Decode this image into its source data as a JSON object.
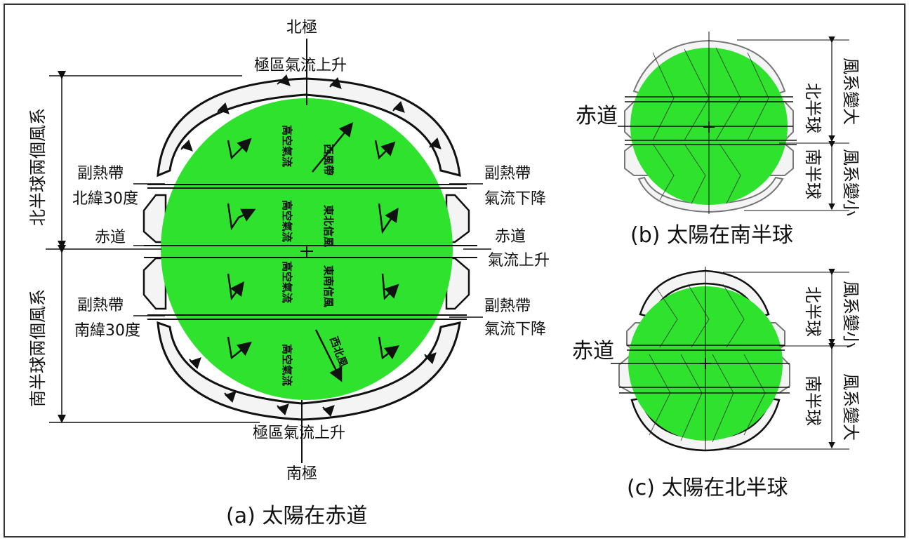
{
  "colors": {
    "globe": "#2ee22e",
    "line": "#111111",
    "shell": "#f4f4f4"
  },
  "panel_a": {
    "north_pole": "北極",
    "south_pole": "南極",
    "polar_rise_top": "極區氣流上升",
    "polar_rise_bottom": "極區氣流上升",
    "nh_two_systems": "北半球兩個風系",
    "sh_two_systems": "南半球兩個風系",
    "subtropic_n": "副熱帶",
    "lat_30n": "北緯30度",
    "equator_left": "赤道",
    "subtropic_s": "副熱帶",
    "lat_30s": "南緯30度",
    "subtropic_r_n": "副熱帶",
    "descend_r_n": "氣流下降",
    "equator_right": "赤道",
    "rise_right": "氣流上升",
    "subtropic_r_s": "副熱帶",
    "descend_r_s": "氣流下降",
    "upper_flow_1": "高空氣流",
    "westerly_n": "西風帶",
    "upper_flow_2": "高空氣流",
    "ne_trade": "東北信風",
    "upper_flow_3": "高空氣流",
    "se_trade": "東南信風",
    "upper_flow_4": "高空氣流",
    "westerly_s": "西北風",
    "caption": "(a) 太陽在赤道"
  },
  "panel_b": {
    "equator": "赤道",
    "nh_label": "北半球",
    "nh_change": "風系變大",
    "sh_label": "南半球",
    "sh_change": "風系變小",
    "caption": "(b) 太陽在南半球"
  },
  "panel_c": {
    "equator": "赤道",
    "nh_label": "北半球",
    "nh_change": "風系變小",
    "sh_label": "南半球",
    "sh_change": "風系變大",
    "caption": "(c) 太陽在北半球"
  }
}
